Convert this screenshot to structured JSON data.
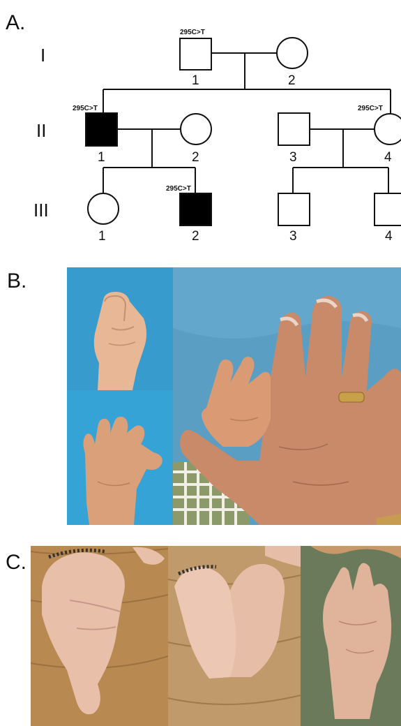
{
  "panels": {
    "a": {
      "letter": "A."
    },
    "b": {
      "letter": "B."
    },
    "c": {
      "letter": "C."
    }
  },
  "pedigree": {
    "generations": [
      "I",
      "II",
      "III"
    ],
    "variant": "295C>T",
    "individuals": {
      "I1": {
        "number": "1",
        "sex": "male",
        "affected": false,
        "variant": "295C>T"
      },
      "I2": {
        "number": "2",
        "sex": "female",
        "affected": false
      },
      "II1": {
        "number": "1",
        "sex": "male",
        "affected": true,
        "variant": "295C>T"
      },
      "II2": {
        "number": "2",
        "sex": "female",
        "affected": false
      },
      "II3": {
        "number": "3",
        "sex": "male",
        "affected": false
      },
      "II4": {
        "number": "4",
        "sex": "female",
        "affected": false,
        "variant": "295C>T"
      },
      "III1": {
        "number": "1",
        "sex": "female",
        "affected": false
      },
      "III2": {
        "number": "2",
        "sex": "male",
        "affected": true,
        "variant": "295C>T"
      },
      "III3": {
        "number": "3",
        "sex": "male",
        "affected": false
      },
      "III4": {
        "number": "4",
        "sex": "male",
        "affected": false
      }
    }
  },
  "colors": {
    "affected": "#000000",
    "unaffected": "#ffffff",
    "photo_background_b": "#3a9fd0",
    "photo_background_b_right": "#5a9ec4",
    "skin": "#d9a07a",
    "wood": "#b88a52"
  }
}
